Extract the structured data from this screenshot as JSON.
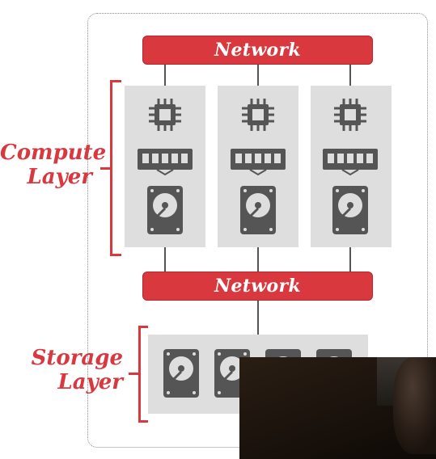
{
  "diagram": {
    "network_top_label": "Network",
    "network_mid_label": "Network",
    "compute_layer_label_line1": "Compute",
    "compute_layer_label_line2": "Layer",
    "storage_layer_label_line1": "Storage",
    "storage_layer_label_line2": "Layer"
  },
  "compute_nodes": [
    {
      "icons": [
        "cpu-icon",
        "memory-icon",
        "hard-drive-icon"
      ]
    },
    {
      "icons": [
        "cpu-icon",
        "memory-icon",
        "hard-drive-icon"
      ]
    },
    {
      "icons": [
        "cpu-icon",
        "memory-icon",
        "hard-drive-icon"
      ]
    }
  ],
  "storage_drives": [
    "hard-drive-icon",
    "hard-drive-icon",
    "hard-drive-icon",
    "hard-drive-icon"
  ],
  "colors": {
    "accent_red": "#d9383f",
    "node_background": "#dedede",
    "icon_gray": "#555555"
  }
}
